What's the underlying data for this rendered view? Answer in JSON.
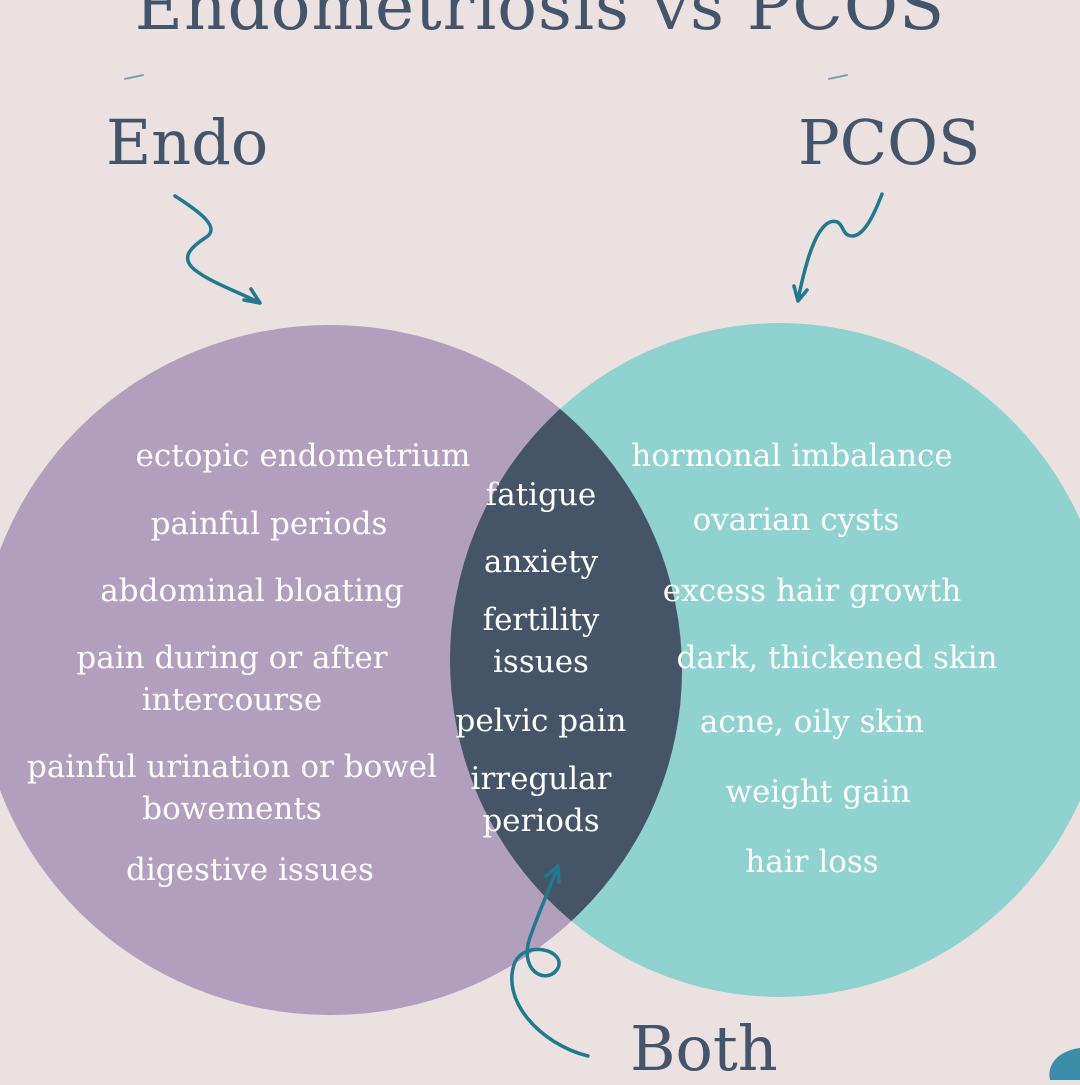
{
  "title": "Endometriosis vs PCOS",
  "labels": {
    "endo": "Endo",
    "pcos": "PCOS",
    "both": "Both"
  },
  "endo_items": [
    "ectopic endometrium",
    "painful periods",
    "abdominal bloating",
    "pain during or after\nintercourse",
    "painful urination or bowel\nbowements",
    "digestive issues"
  ],
  "pcos_items": [
    "hormonal imbalance",
    "ovarian cysts",
    "excess hair growth",
    "dark, thickened skin",
    "acne, oily skin",
    "weight gain",
    "hair loss"
  ],
  "both_items": [
    "fatigue",
    "anxiety",
    "fertility\nissues",
    "pelvic pain",
    "irregular\nperiods"
  ],
  "colors": {
    "background": "#ebe1e0",
    "endo_circle": "#b29ebd",
    "pcos_circle": "#8fd2cf",
    "overlap": "#455467",
    "text_dark": "#44546a",
    "arrow": "#1f7a8c",
    "item_text": "#ffffff"
  }
}
